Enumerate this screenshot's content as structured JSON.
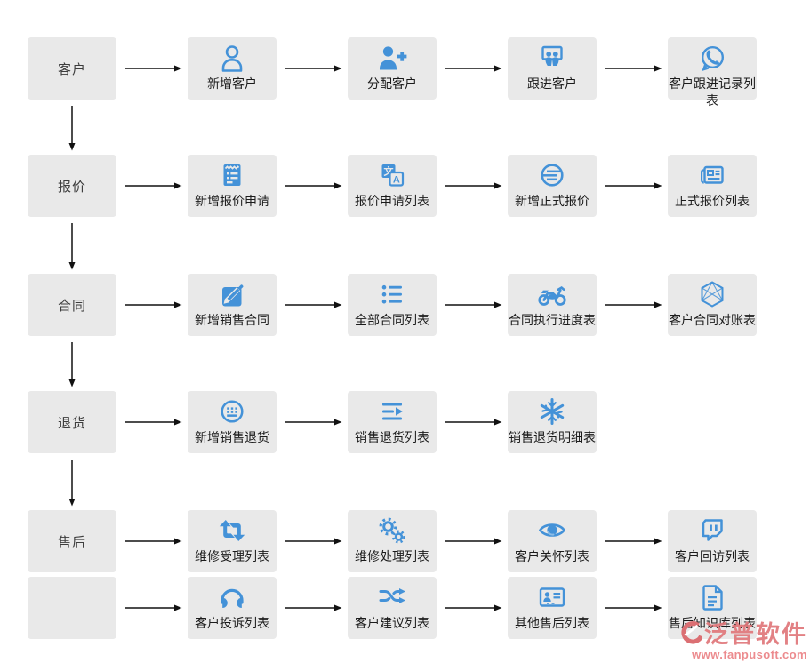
{
  "palette": {
    "node_background": "#e9e9e9",
    "icon_blue": "#4492d8",
    "arrow_color": "#111111",
    "caption_text": "#1b1b1b",
    "watermark_pink": "#e0767a"
  },
  "rows": [
    {
      "label": "客户",
      "items": [
        {
          "icon": "user-icon",
          "label": "新增客户"
        },
        {
          "icon": "user-plus-icon",
          "label": "分配客户"
        },
        {
          "icon": "presentation-people-icon",
          "label": "跟进客户"
        },
        {
          "icon": "whatsapp-icon",
          "label": "客户跟进记录列表"
        }
      ]
    },
    {
      "label": "报价",
      "items": [
        {
          "icon": "note-icon",
          "label": "新增报价申请"
        },
        {
          "icon": "translate-icon",
          "label": "报价申请列表"
        },
        {
          "icon": "stream-circle-icon",
          "label": "新增正式报价"
        },
        {
          "icon": "newspaper-icon",
          "label": "正式报价列表"
        }
      ]
    },
    {
      "label": "合同",
      "items": [
        {
          "icon": "edit-icon",
          "label": "新增销售合同"
        },
        {
          "icon": "list-icon",
          "label": "全部合同列表"
        },
        {
          "icon": "motorcycle-icon",
          "label": "合同执行进度表"
        },
        {
          "icon": "hexagon-icon",
          "label": "客户合同对账表"
        }
      ]
    },
    {
      "label": "退货",
      "items": [
        {
          "icon": "keyboard-circle-icon",
          "label": "新增销售退货"
        },
        {
          "icon": "lines-arrow-icon",
          "label": "销售退货列表"
        },
        {
          "icon": "snowflake-icon",
          "label": "销售退货明细表"
        }
      ]
    },
    {
      "label": "售后",
      "items": [
        {
          "icon": "retweet-icon",
          "label": "维修受理列表"
        },
        {
          "icon": "gears-icon",
          "label": "维修处理列表"
        },
        {
          "icon": "eye-icon",
          "label": "客户关怀列表"
        },
        {
          "icon": "twitch-icon",
          "label": "客户回访列表"
        }
      ]
    },
    {
      "label": "",
      "items": [
        {
          "icon": "headphones-icon",
          "label": "客户投诉列表"
        },
        {
          "icon": "shuffle-icon",
          "label": "客户建议列表"
        },
        {
          "icon": "id-card-icon",
          "label": "其他售后列表"
        },
        {
          "icon": "file-text-icon",
          "label": "售后知识库列表"
        }
      ]
    }
  ],
  "translate_glyphs": {
    "cjk": "文",
    "latin": "A"
  },
  "watermark": {
    "brand": "泛普软件",
    "url": "www.fanpusoft.com"
  }
}
